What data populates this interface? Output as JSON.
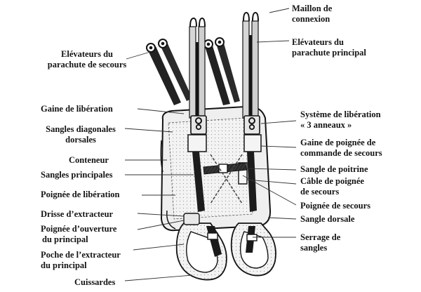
{
  "labels": {
    "maillon": [
      "Maillon de",
      "connexion"
    ],
    "elev_principal": [
      "Elévateurs du",
      "parachute principal"
    ],
    "elev_secours": [
      "Elévateurs du",
      "parachute de secours"
    ],
    "gaine_liberation": "Gaine de libération",
    "sangles_diag": [
      "Sangles diagonales",
      "dorsales"
    ],
    "conteneur": "Conteneur",
    "sangles_principales": "Sangles principales",
    "poignee_liberation": "Poignée de libération",
    "drisse": "Drisse d’extracteur",
    "poignee_ouverture": [
      "Poignée d’ouverture",
      "du principal"
    ],
    "poche": [
      "Poche de l’extracteur",
      "du principal"
    ],
    "cuissardes": "Cuissardes",
    "systeme_liberation": [
      "Système de libération",
      "« 3 anneaux »"
    ],
    "gaine_poignee": [
      "Gaine de poignée de",
      "commande de secours"
    ],
    "sangle_poitrine": "Sangle de poitrine",
    "cable_poignee": [
      "Câble de poignée",
      "de secours"
    ],
    "poignee_secours": "Poignée de secours",
    "sangle_dorsale": "Sangle dorsale",
    "serrage": [
      "Serrage de",
      "sangles"
    ]
  },
  "colors": {
    "ink": "#141414",
    "strap_dark": "#1a1a1a",
    "strap_light": "#d9d9d9",
    "container_fill": "#f1f1f1",
    "leader": "#333333"
  }
}
